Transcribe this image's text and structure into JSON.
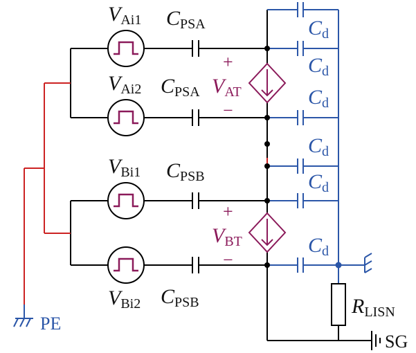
{
  "colors": {
    "wire": "#000000",
    "pe_wire": "#cc2222",
    "cd_wire": "#2b56a8",
    "source": "#8b1a5a",
    "label_blue": "#2b56a8",
    "label_dark": "#111111"
  },
  "sources": {
    "a1": {
      "sym": "V",
      "sub": "Ai1"
    },
    "a2": {
      "sym": "V",
      "sub": "Ai2"
    },
    "b1": {
      "sym": "V",
      "sub": "Bi1"
    },
    "b2": {
      "sym": "V",
      "sub": "Bi2"
    }
  },
  "caps": {
    "psa_sym": "C",
    "psa_sub": "PSA",
    "psb_sym": "C",
    "psb_sub": "PSB"
  },
  "dep_sources": {
    "at": {
      "sym": "V",
      "sub": "AT",
      "plus": "+",
      "minus": "−"
    },
    "bt": {
      "sym": "V",
      "sub": "BT",
      "plus": "+",
      "minus": "−"
    }
  },
  "cd": {
    "sym": "C",
    "sub": "d"
  },
  "lisn": {
    "sym": "R",
    "sub": "LISN"
  },
  "grounds": {
    "pe": "PE",
    "sg": "SG"
  }
}
